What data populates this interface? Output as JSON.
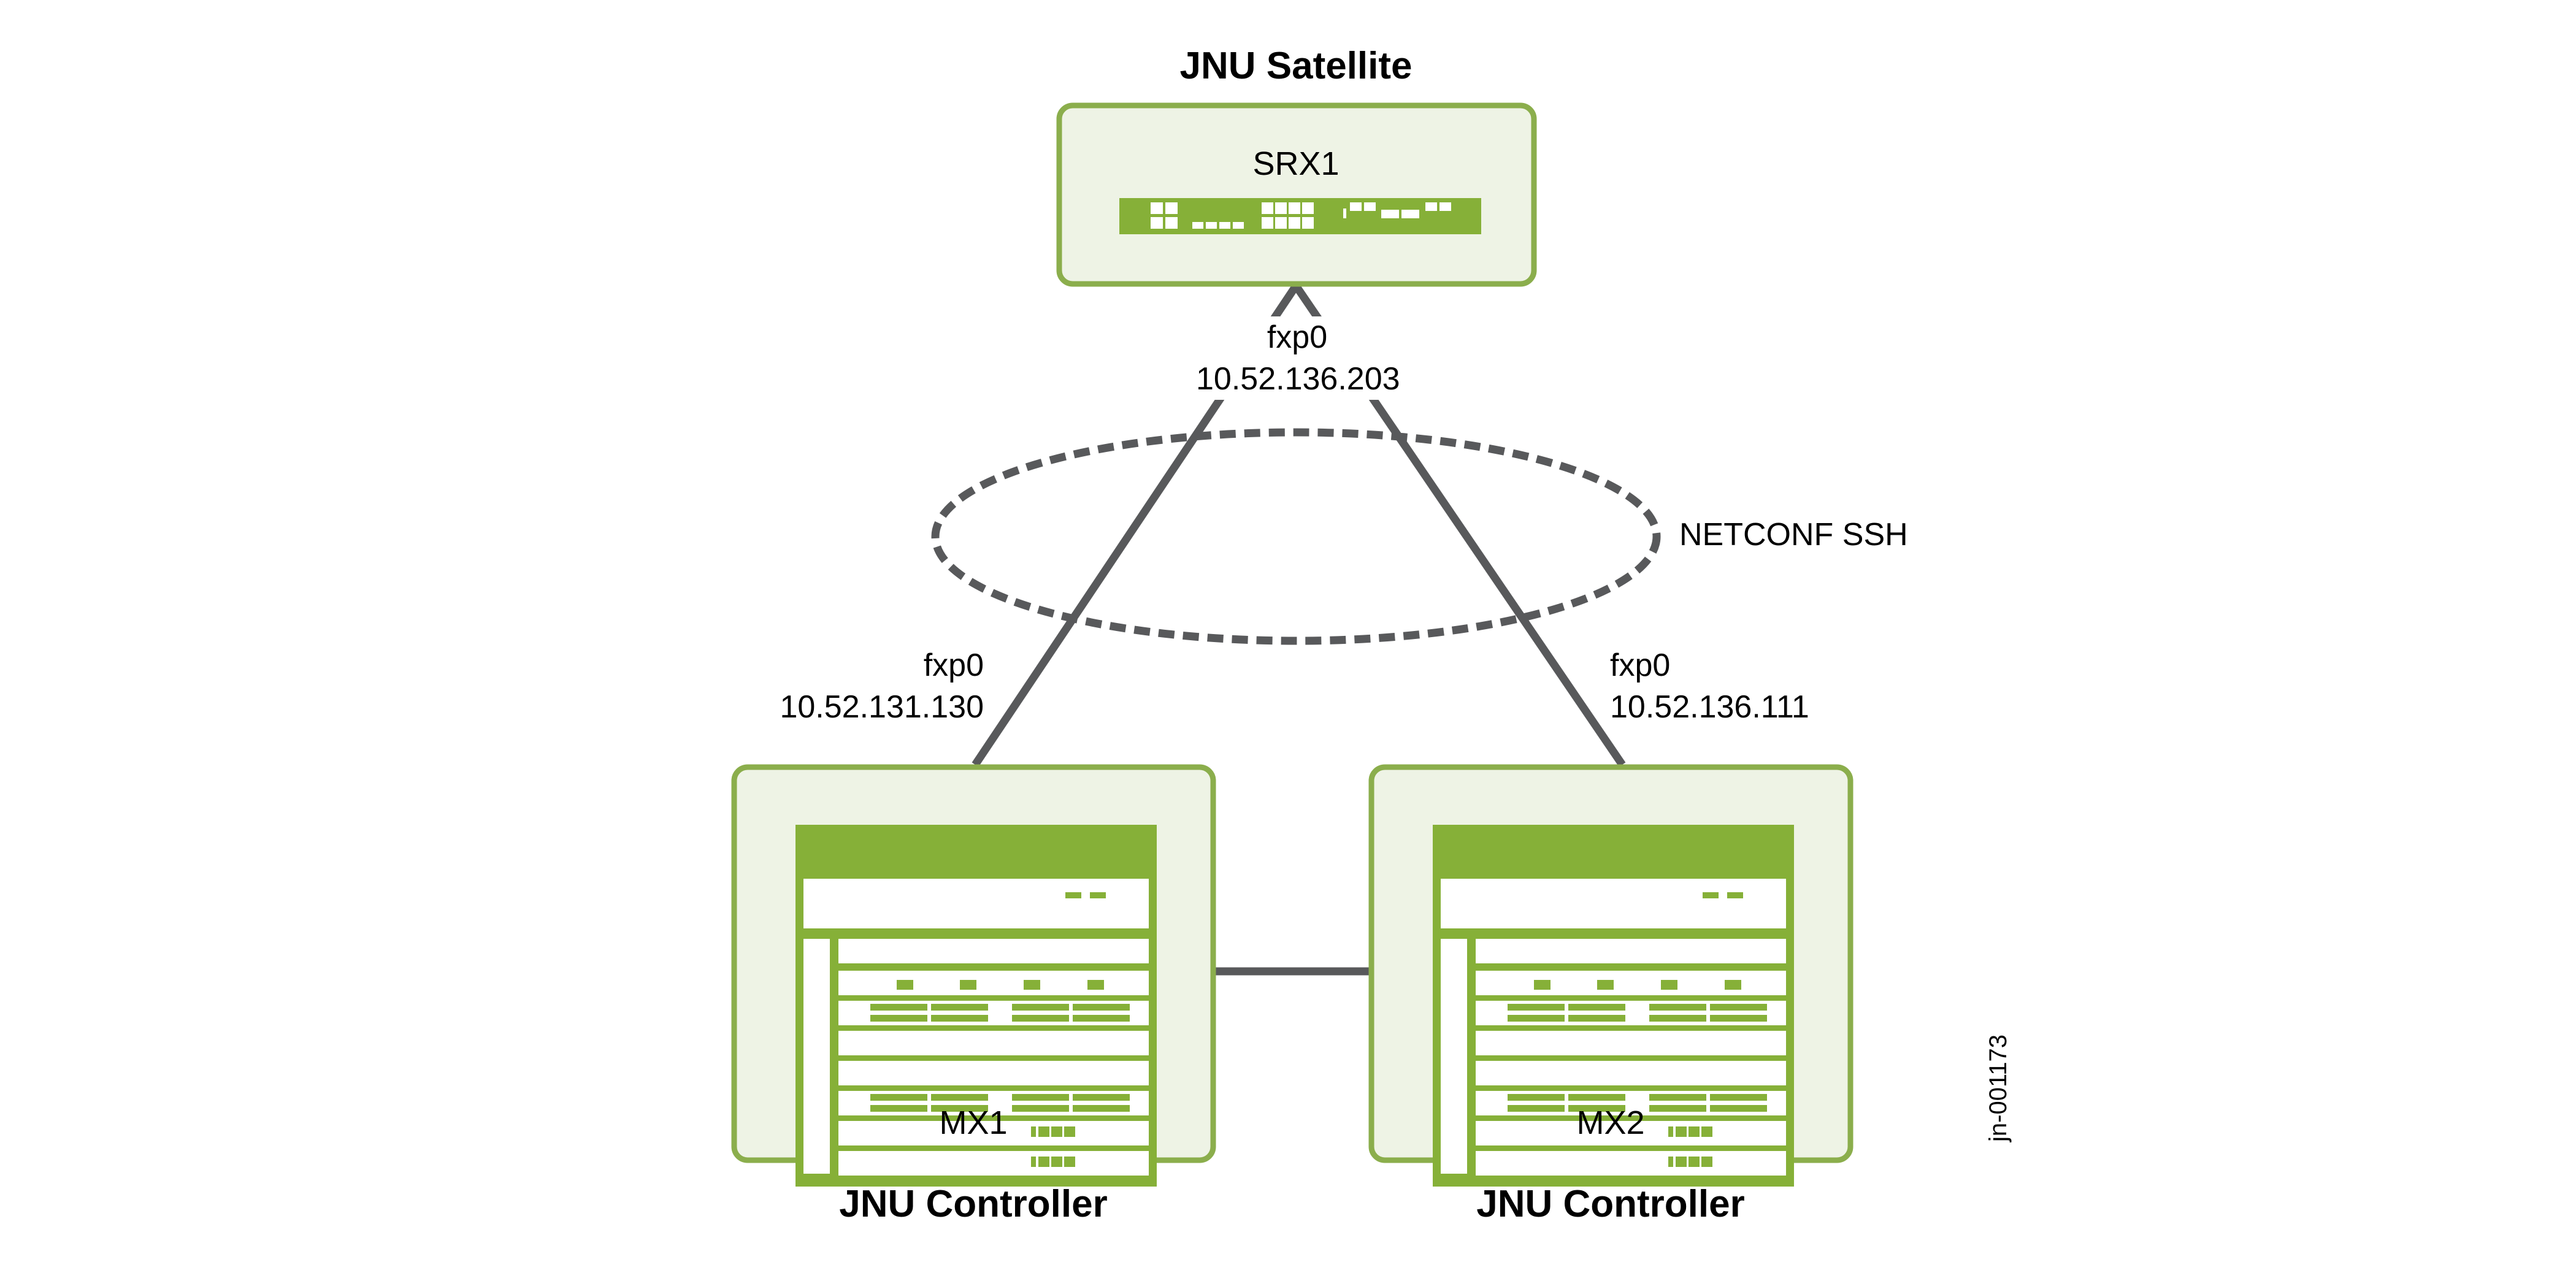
{
  "satellite": {
    "role_label": "JNU Satellite",
    "device_name": "SRX1",
    "interface": "fxp0",
    "ip": "10.52.136.203"
  },
  "controllers": [
    {
      "role_label": "JNU Controller",
      "device_name": "MX1",
      "interface": "fxp0",
      "ip": "10.52.131.130"
    },
    {
      "role_label": "JNU Controller",
      "device_name": "MX2",
      "interface": "fxp0",
      "ip": "10.52.136.111"
    }
  ],
  "session_label": "NETCONF SSH",
  "figure_id": "jn-001173",
  "colors": {
    "device_fill": "#eef3e5",
    "device_border": "#8bae4c",
    "device_icon": "#86b038",
    "link": "#58595b"
  }
}
